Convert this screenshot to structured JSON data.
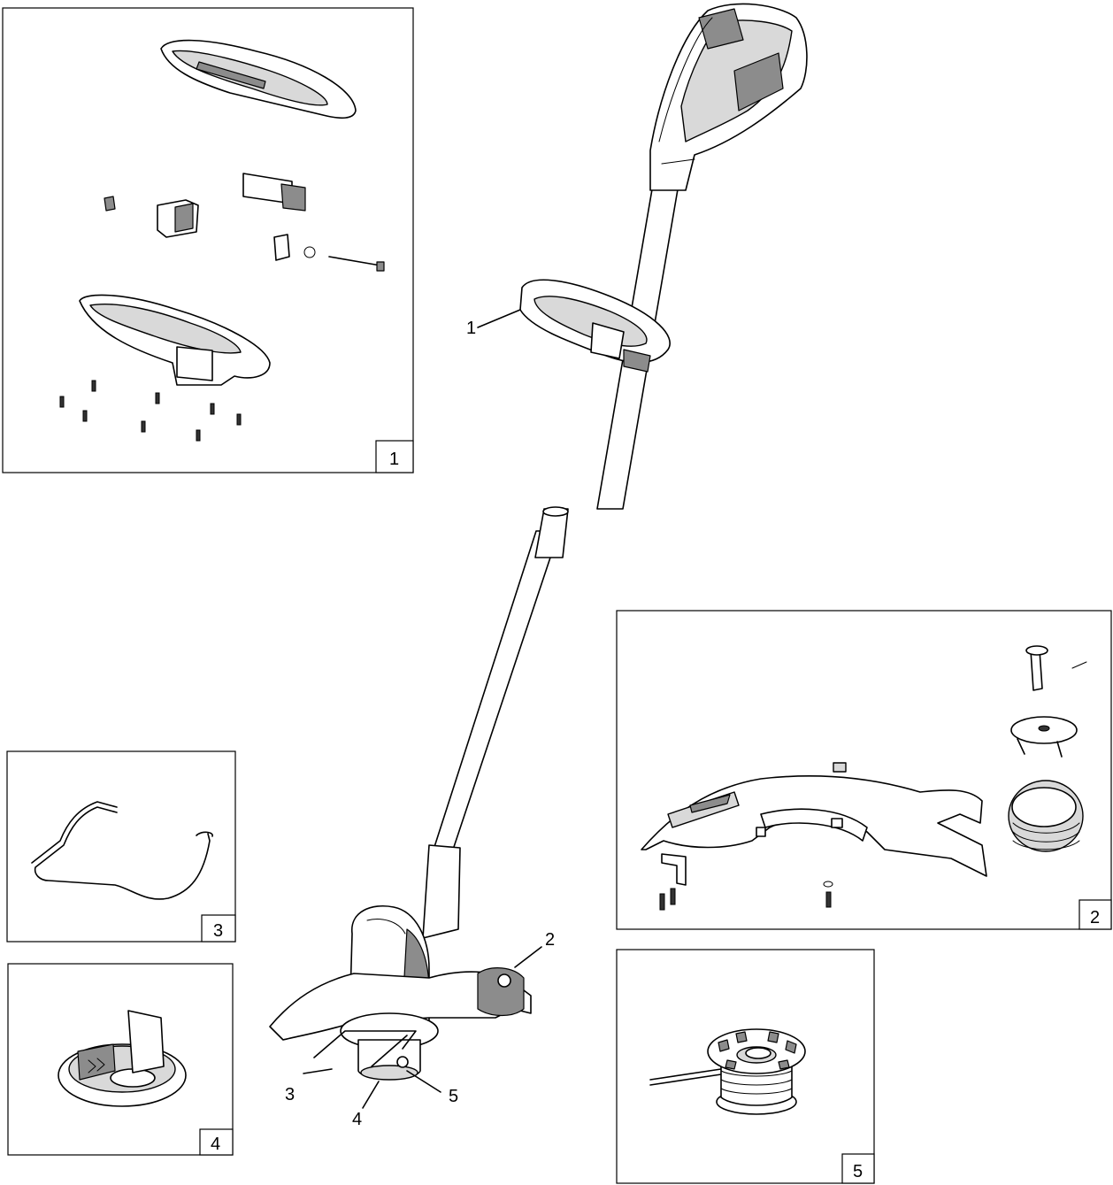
{
  "callouts": {
    "c1": "1",
    "c2": "2",
    "c3": "3",
    "c4": "4",
    "c5": "5"
  },
  "panels": {
    "p1": "1",
    "p2": "2",
    "p3": "3",
    "p4": "4",
    "p5": "5"
  },
  "colors": {
    "line": "#000000",
    "light_fill": "#d9d9d9",
    "dark_fill": "#8c8c8c",
    "background": "#ffffff"
  }
}
